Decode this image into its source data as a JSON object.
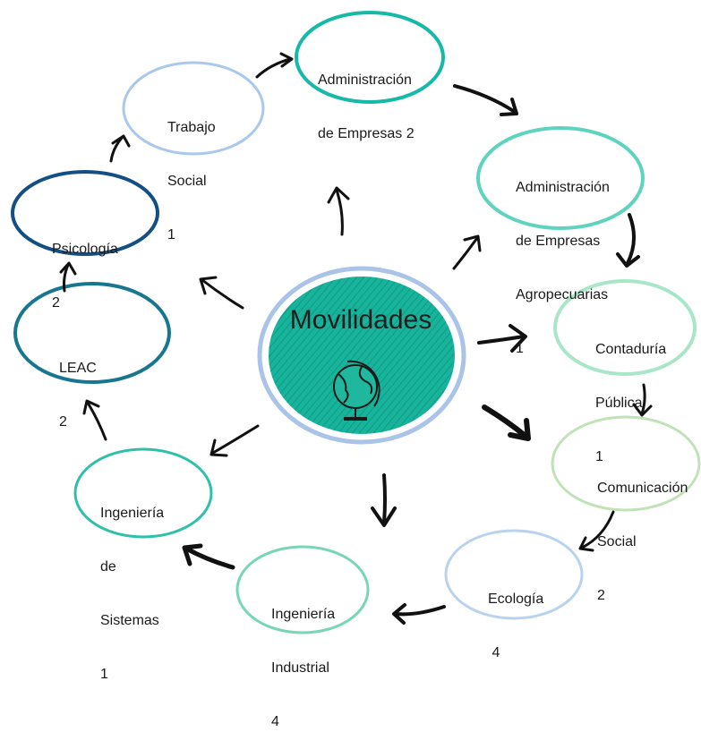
{
  "center": {
    "title": "Movilidades"
  },
  "nodes": [
    {
      "id": "admin-empresas",
      "lines": [
        "Administración",
        "de Empresas 2"
      ],
      "color": "#16b9a7"
    },
    {
      "id": "admin-agro",
      "lines": [
        "Administración",
        "de Empresas",
        "Agropecuarias",
        "1"
      ],
      "color": "#5fd3bd"
    },
    {
      "id": "contaduria",
      "lines": [
        "Contaduría",
        "Pública",
        "1"
      ],
      "color": "#a8e6c9"
    },
    {
      "id": "comunicacion",
      "lines": [
        "Comunicación",
        "Social",
        "2"
      ],
      "color": "#bfe3b6"
    },
    {
      "id": "ecologia",
      "lines": [
        "Ecología",
        " 4"
      ],
      "color": "#b9d3ee"
    },
    {
      "id": "ing-industrial",
      "lines": [
        "Ingeniería",
        "Industrial",
        "4"
      ],
      "color": "#78d6b6"
    },
    {
      "id": "ing-sistemas",
      "lines": [
        "Ingeniería",
        "de",
        "Sistemas",
        "1"
      ],
      "color": "#2fc0a7"
    },
    {
      "id": "leac",
      "lines": [
        "LEAC",
        "2"
      ],
      "color": "#18778f"
    },
    {
      "id": "psicologia",
      "lines": [
        "Psicología",
        "2"
      ],
      "color": "#134f82"
    },
    {
      "id": "trabajo-social",
      "lines": [
        "Trabajo",
        "Social",
        "1"
      ],
      "color": "#a9c8ec"
    }
  ],
  "colors": {
    "center_fill": "#17b39a",
    "center_ring": "#a9c4e8",
    "arrow": "#111111"
  },
  "icons": {
    "center": "globe-icon"
  }
}
